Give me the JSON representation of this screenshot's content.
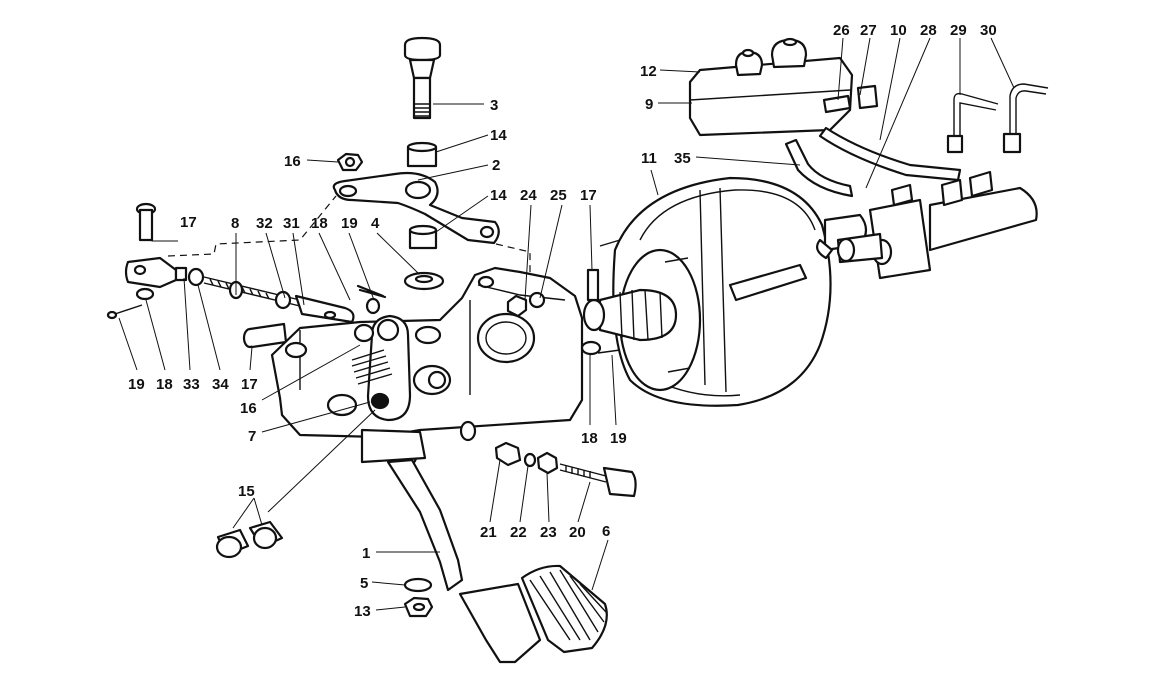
{
  "diagram": {
    "callouts": [
      {
        "id": "c3",
        "text": "3"
      },
      {
        "id": "c14a",
        "text": "14"
      },
      {
        "id": "c16a",
        "text": "16"
      },
      {
        "id": "c2",
        "text": "2"
      },
      {
        "id": "c14b",
        "text": "14"
      },
      {
        "id": "c17a",
        "text": "17"
      },
      {
        "id": "c8",
        "text": "8"
      },
      {
        "id": "c32",
        "text": "32"
      },
      {
        "id": "c31",
        "text": "31"
      },
      {
        "id": "c18a",
        "text": "18"
      },
      {
        "id": "c19a",
        "text": "19"
      },
      {
        "id": "c4",
        "text": "4"
      },
      {
        "id": "c24",
        "text": "24"
      },
      {
        "id": "c25",
        "text": "25"
      },
      {
        "id": "c17b",
        "text": "17"
      },
      {
        "id": "c19b",
        "text": "19"
      },
      {
        "id": "c18b",
        "text": "18"
      },
      {
        "id": "c33",
        "text": "33"
      },
      {
        "id": "c34",
        "text": "34"
      },
      {
        "id": "c17c",
        "text": "17"
      },
      {
        "id": "c16b",
        "text": "16"
      },
      {
        "id": "c7",
        "text": "7"
      },
      {
        "id": "c15",
        "text": "15"
      },
      {
        "id": "c1",
        "text": "1"
      },
      {
        "id": "c5",
        "text": "5"
      },
      {
        "id": "c13",
        "text": "13"
      },
      {
        "id": "c21",
        "text": "21"
      },
      {
        "id": "c22",
        "text": "22"
      },
      {
        "id": "c23",
        "text": "23"
      },
      {
        "id": "c20",
        "text": "20"
      },
      {
        "id": "c6",
        "text": "6"
      },
      {
        "id": "c18c",
        "text": "18"
      },
      {
        "id": "c19c",
        "text": "19"
      },
      {
        "id": "c11",
        "text": "11"
      },
      {
        "id": "c35",
        "text": "35"
      },
      {
        "id": "c12",
        "text": "12"
      },
      {
        "id": "c9",
        "text": "9"
      },
      {
        "id": "c26",
        "text": "26"
      },
      {
        "id": "c27",
        "text": "27"
      },
      {
        "id": "c10",
        "text": "10"
      },
      {
        "id": "c28",
        "text": "28"
      },
      {
        "id": "c29",
        "text": "29"
      },
      {
        "id": "c30",
        "text": "30"
      }
    ]
  }
}
